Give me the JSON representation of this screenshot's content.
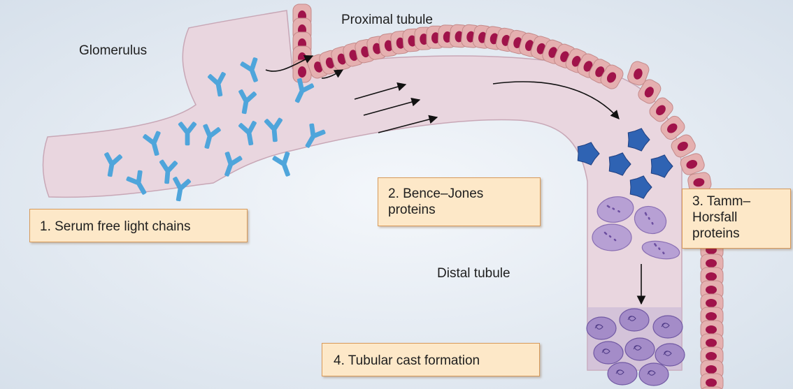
{
  "labels": {
    "glomerulus": "Glomerulus",
    "proximal": "Proximal tubule",
    "distal": "Distal tubule"
  },
  "steps": [
    {
      "lines": [
        "1. Serum free light chains"
      ]
    },
    {
      "lines": [
        "2. Bence–Jones",
        "proteins"
      ]
    },
    {
      "lines": [
        "3. Tamm–",
        "Horsfall",
        "proteins"
      ]
    },
    {
      "lines": [
        "4. Tubular cast formation"
      ]
    }
  ],
  "colors": {
    "tubule": "#e9d6df",
    "tubule_edge": "#c8a7b6",
    "cell": "#e5b0b0",
    "nucleus": "#a0134a",
    "light_chain": "#4fa5db",
    "bence_jones": "#2f63b3",
    "tamm_horsfall": "#b7a0d4",
    "cast": "#a48cc8",
    "label_box": "#fde8c8",
    "label_border": "#d89a5a"
  }
}
